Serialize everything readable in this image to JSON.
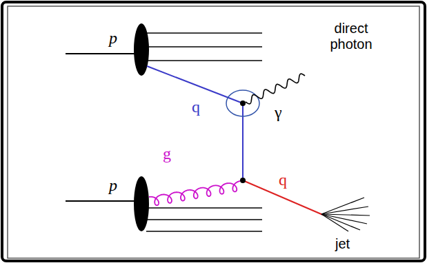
{
  "diagram": {
    "labels": [
      "p⃗",
      "direct photon",
      "q",
      "γ",
      "g",
      "q",
      "p⃗",
      "jet"
    ]
  }
}
